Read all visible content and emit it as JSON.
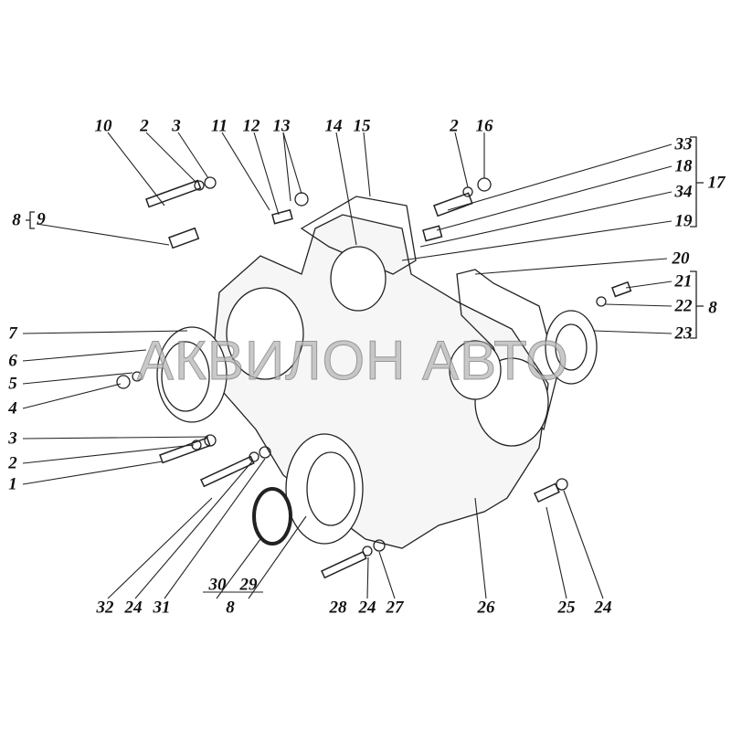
{
  "title": "Timing gear cover assembly exploded view",
  "watermark": "АКВИЛОН АВТО",
  "labels": {
    "l10": "10",
    "l2a": "2",
    "l3a": "3",
    "l11": "11",
    "l12": "12",
    "l13": "13",
    "l14": "14",
    "l15": "15",
    "l2b": "2",
    "l16": "16",
    "l33": "33",
    "l18": "18",
    "l34": "34",
    "l19": "19",
    "l17": "17",
    "l20": "20",
    "l21": "21",
    "l22": "22",
    "l8r": "8",
    "l23": "23",
    "l8l": "8",
    "l9": "9",
    "l7": "7",
    "l6": "6",
    "l5": "5",
    "l4": "4",
    "l3b": "3",
    "l2c": "2",
    "l1": "1",
    "l32": "32",
    "l24a": "24",
    "l31": "31",
    "l30": "30",
    "l29": "29",
    "l8b": "8",
    "l28": "28",
    "l24b": "24",
    "l27": "27",
    "l26": "26",
    "l25": "25",
    "l24c": "24"
  }
}
